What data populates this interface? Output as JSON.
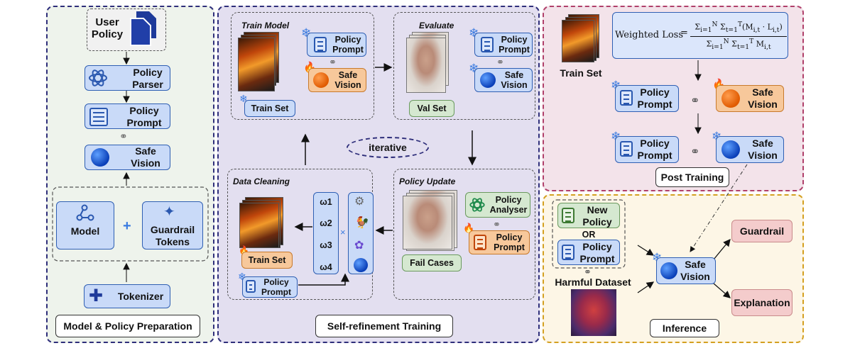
{
  "panels": {
    "prep_title": "Model & Policy Preparation",
    "self_title": "Self-refinement Training",
    "post_title": "Post Training",
    "inference_title": "Inference"
  },
  "prep": {
    "user_policy": "User\nPolicy",
    "policy_parser": "Policy\nParser",
    "policy_prompt": "Policy\nPrompt",
    "safe_vision": "Safe\nVision",
    "model": "Model",
    "plus": "+",
    "guardrail_tokens": "Guardrail\nTokens",
    "tokenizer": "Tokenizer"
  },
  "train_model": {
    "title": "Train  Model",
    "policy_prompt": "Policy\nPrompt",
    "safe_vision": "Safe\nVision",
    "train_set": "Train Set"
  },
  "evaluate": {
    "title": "Evaluate",
    "policy_prompt": "Policy\nPrompt",
    "safe_vision": "Safe\nVision",
    "val_set": "Val Set"
  },
  "iterative": "iterative",
  "data_cleaning": {
    "title": "Data  Cleaning",
    "train_set": "Train Set",
    "policy_prompt": "Policy\nPrompt",
    "weights": [
      "ω1",
      "ω2",
      "ω3",
      "ω4"
    ],
    "times": "×"
  },
  "policy_update": {
    "title": "Policy  Update",
    "policy_analyser": "Policy\nAnalyser",
    "policy_prompt": "Policy\nPrompt",
    "fail_cases": "Fail Cases"
  },
  "post": {
    "train_set": "Train Set",
    "formula_label": "Weighted Loss",
    "policy_prompt_1": "Policy\nPrompt",
    "safe_vision_1": "Safe\nVision",
    "policy_prompt_2": "Policy\nPrompt",
    "safe_vision_2": "Safe\nVision"
  },
  "inference": {
    "new_policy": "New\nPolicy",
    "or": "OR",
    "policy_prompt": "Policy\nPrompt",
    "harmful_dataset": "Harmful Dataset",
    "safe_vision": "Safe\nVision",
    "guardrail": "Guardrail",
    "explanation": "Explanation"
  },
  "colors": {
    "blue_box": "#c9daf8",
    "orange_box": "#f7c89b",
    "green_box": "#d5e8d0",
    "pink_box": "#f4cccc",
    "prep_bg": "#eef3ec",
    "self_bg": "#e3dff0",
    "post_bg": "#f3e3ea",
    "inference_bg": "#fdf6e6"
  },
  "icons": [
    "document-icon",
    "openai-icon",
    "model-graph-icon",
    "sparkle-icon",
    "puzzle-icon",
    "snowflake-icon",
    "flame-icon",
    "link-icon",
    "orb-icon"
  ]
}
